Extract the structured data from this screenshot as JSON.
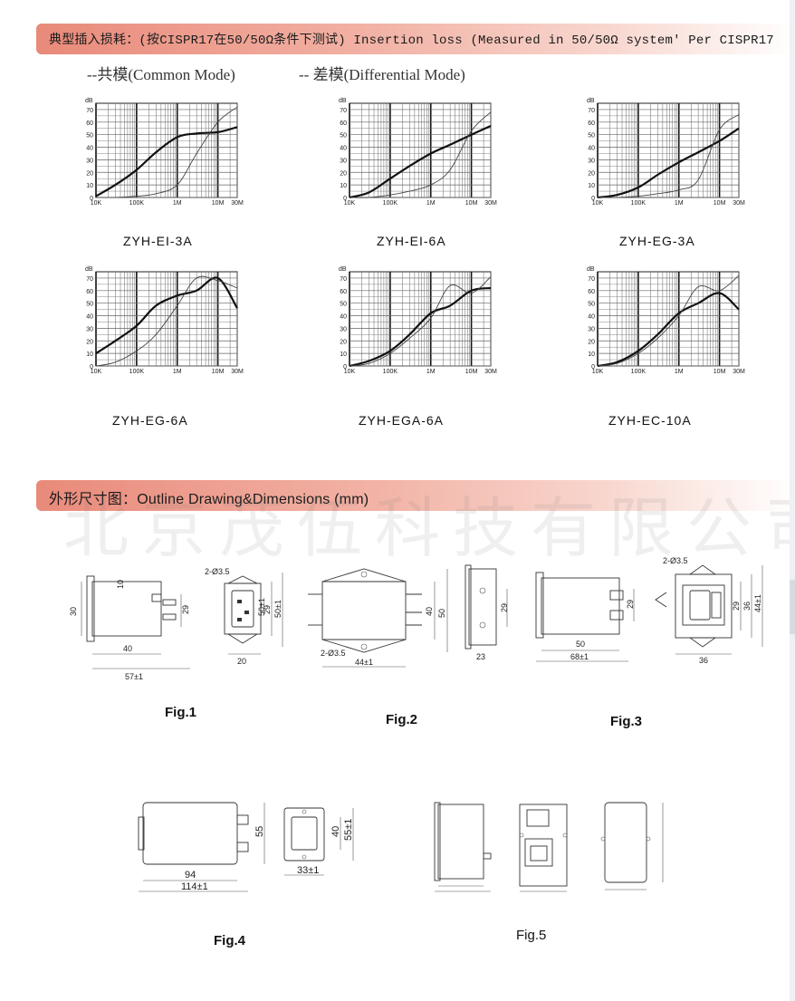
{
  "headers": {
    "insertion_loss": "典型插入损耗：(按CISPR17在50/50Ω条件下测试) Insertion loss (Measured in 50/50Ω system' Per CISPR17",
    "outline": "外形尺寸图：Outline Drawing&Dimensions (mm)"
  },
  "modes": {
    "common": "--共模(Common Mode)",
    "differential": "-- 差模(Differential Mode)"
  },
  "watermark": "北京茂伍科技有限公司",
  "graph_axis": {
    "y_unit": "dB",
    "y_ticks": [
      "70",
      "60",
      "50",
      "40",
      "30",
      "20",
      "10",
      "0"
    ],
    "x_ticks": [
      "10K",
      "100K",
      "1M",
      "10M",
      "30M"
    ]
  },
  "chart_data": [
    {
      "type": "line",
      "model": "ZYH-EI-3A",
      "xlabel": "",
      "ylabel": "dB",
      "x_scale": "log",
      "xlim": [
        "10K",
        "30M"
      ],
      "ylim": [
        0,
        75
      ],
      "x": [
        10000,
        30000,
        100000,
        300000,
        1000000,
        3000000,
        10000000,
        30000000
      ],
      "series": [
        {
          "values": [
            1,
            10,
            22,
            36,
            48,
            51,
            52,
            56
          ]
        },
        {
          "values": [
            0,
            0,
            1,
            3,
            10,
            35,
            60,
            72
          ]
        }
      ]
    },
    {
      "type": "line",
      "model": "ZYH-EI-6A",
      "xlabel": "",
      "ylabel": "dB",
      "x_scale": "log",
      "xlim": [
        "10K",
        "30M"
      ],
      "ylim": [
        0,
        75
      ],
      "x": [
        10000,
        30000,
        100000,
        300000,
        1000000,
        3000000,
        10000000,
        30000000
      ],
      "series": [
        {
          "values": [
            0,
            4,
            15,
            25,
            35,
            42,
            50,
            57
          ]
        },
        {
          "values": [
            0,
            0,
            2,
            5,
            10,
            22,
            53,
            68
          ]
        }
      ]
    },
    {
      "type": "line",
      "model": "ZYH-EG-3A",
      "xlabel": "",
      "ylabel": "dB",
      "x_scale": "log",
      "xlim": [
        "10K",
        "30M"
      ],
      "ylim": [
        0,
        75
      ],
      "x": [
        10000,
        30000,
        100000,
        300000,
        1000000,
        3000000,
        10000000,
        30000000
      ],
      "series": [
        {
          "values": [
            0,
            2,
            8,
            18,
            28,
            36,
            45,
            55
          ]
        },
        {
          "values": [
            0,
            0,
            1,
            3,
            6,
            14,
            54,
            66
          ]
        }
      ]
    },
    {
      "type": "line",
      "model": "ZYH-EG-6A",
      "xlabel": "",
      "ylabel": "dB",
      "x_scale": "log",
      "xlim": [
        "10K",
        "30M"
      ],
      "ylim": [
        0,
        75
      ],
      "x": [
        10000,
        30000,
        100000,
        300000,
        1000000,
        3000000,
        10000000,
        30000000
      ],
      "series": [
        {
          "values": [
            10,
            20,
            32,
            48,
            56,
            60,
            70,
            46
          ]
        },
        {
          "values": [
            0,
            3,
            12,
            25,
            48,
            70,
            68,
            62
          ]
        }
      ]
    },
    {
      "type": "line",
      "model": "ZYH-EGA-6A",
      "xlabel": "",
      "ylabel": "dB",
      "x_scale": "log",
      "xlim": [
        "10K",
        "30M"
      ],
      "ylim": [
        0,
        75
      ],
      "x": [
        10000,
        30000,
        100000,
        300000,
        1000000,
        3000000,
        10000000,
        30000000
      ],
      "series": [
        {
          "values": [
            0,
            4,
            12,
            25,
            42,
            48,
            60,
            62
          ]
        },
        {
          "values": [
            0,
            2,
            10,
            22,
            38,
            64,
            58,
            71
          ]
        }
      ]
    },
    {
      "type": "line",
      "model": "ZYH-EC-10A",
      "xlabel": "",
      "ylabel": "dB",
      "x_scale": "log",
      "xlim": [
        "10K",
        "30M"
      ],
      "ylim": [
        0,
        75
      ],
      "x": [
        10000,
        30000,
        100000,
        300000,
        1000000,
        3000000,
        10000000,
        30000000
      ],
      "series": [
        {
          "values": [
            0,
            3,
            12,
            25,
            42,
            50,
            58,
            45
          ]
        },
        {
          "values": [
            0,
            2,
            10,
            22,
            40,
            63,
            60,
            72
          ]
        }
      ]
    }
  ],
  "figures": {
    "fig1": {
      "label": "Fig.1",
      "dims": [
        "2-Ø3.5",
        "10",
        "30",
        "29",
        "29",
        "40",
        "50±1",
        "40",
        "20",
        "57±1"
      ]
    },
    "fig2": {
      "label": "Fig.2",
      "dims": [
        "50",
        "40",
        "2-Ø3.5",
        "44±1",
        "29",
        "23"
      ]
    },
    "fig3": {
      "label": "Fig.3",
      "dims": [
        "2-Ø3.5",
        "29",
        "50",
        "68±1",
        "29",
        "36",
        "44±1",
        "36"
      ]
    },
    "fig4": {
      "label": "Fig.4",
      "dims": [
        "55",
        "94",
        "114±1",
        "40",
        "55±1",
        "33±1"
      ]
    },
    "fig5": {
      "label": "Fig.5"
    }
  }
}
